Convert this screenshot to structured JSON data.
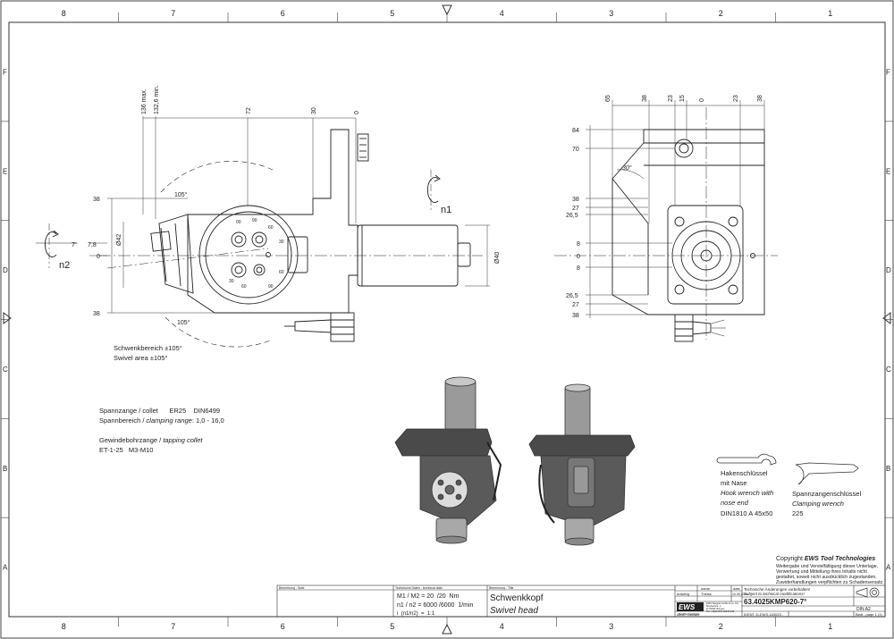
{
  "grid": {
    "cols": [
      "8",
      "7",
      "6",
      "5",
      "4",
      "3",
      "2",
      "1"
    ],
    "rows": [
      "F",
      "E",
      "D",
      "C",
      "B",
      "A"
    ]
  },
  "dims_left": {
    "d136": "136 max.",
    "d132": "132,6 min.",
    "d72": "72",
    "d30": "30",
    "d0": "0",
    "v38t": "38",
    "v7_8": "7,8",
    "v0": "0",
    "v38b": "38",
    "d42": "Ø42",
    "d40": "Ø40",
    "a7": "7°",
    "a105t": "105°",
    "a105b": "105°",
    "n1": "n1",
    "n2": "n2",
    "dial": [
      "00",
      "90",
      "60",
      "30",
      "60",
      "90",
      "30",
      "60"
    ]
  },
  "dims_right": {
    "h65": "65",
    "h38l": "38",
    "h23l": "23",
    "h15": "15",
    "h0": "0",
    "h23r": "23",
    "h38r": "38",
    "v84": "84",
    "v70": "70",
    "v38": "38",
    "v27": "27",
    "v26_5": "26,5",
    "v8t": "8",
    "v0": "0",
    "v8b": "8",
    "v26_5b": "26,5",
    "v27b": "27",
    "v38b": "38",
    "a30": "30°"
  },
  "notes": {
    "swivel_de": "Schwenkbereich ±105°",
    "swivel_en": "Swivel area ±105°",
    "collet_line": "Spannzange / collet      ER25    DIN6499",
    "range_de": "Spannbereich / ",
    "range_en": "clamping range",
    "range_val": ": 1,0 - 16,0",
    "tap_de": "Gewindebohrzange / ",
    "tap_en": "tapping collet",
    "tap_val": "ET-1-25   M3-M10"
  },
  "wrenches": {
    "hook_l1": "Hakenschlüssel",
    "hook_l2": "mit Nase",
    "hook_l3": "Hook wrench with",
    "hook_l4": "nose end",
    "hook_l5": "DIN1810  A  45x50",
    "clamp_l1": "Spannzangenschlüssel",
    "clamp_l2": "Clamping wrench",
    "clamp_l3": "225"
  },
  "copyright": {
    "title_prefix": "Copyright ",
    "title_brand": "EWS Tool Technologies",
    "lines": [
      "Weitergabe und Vervielfältigung dieser Unterlage,",
      "Verwertung und Mitteilung ihres Inhalts nicht",
      "gestattet, soweit nicht ausdrücklich zugestanden.",
      "Zuwiderhandlungen verpflichten zu Schadensersatz."
    ]
  },
  "titleblock": {
    "remark_label": "Bemerkung - Note",
    "techdata_label": "Technische Daten - technical data",
    "m_line": "M1 / M2 = 20  /20  Nm",
    "n_line": "n1 / n2 = 6000 /6000  1/min",
    "i_line": "i  (n1/n2)  =  1:1",
    "title_label": "Benennung - Title",
    "title_de": "Schwenkkopf",
    "title_en": "Swivel head",
    "col_name": "name",
    "col_date": "date",
    "row_label": "drawing",
    "drawer": "Theiss",
    "date": "10.09.2014",
    "tech_de": "Technische Änderungen vorbehalten!",
    "tech_en": "Subject to technical modifications!",
    "part_no": "63.4025KMP620-7°",
    "din": "DIN A2",
    "mmr": "MMR: 146331",
    "ident": "IDENT.:D-EWS-163023 -",
    "sheet": "Blatt - page  1 (1)",
    "logo": "EWS",
    "logo_sub": "Tool Technologies",
    "addr": [
      "EWS Weigele GmbH & Co. KG",
      "Maybachstr. 1",
      "D-73095 Uhingen",
      "Tel. +49(0)7161 93040-100"
    ]
  }
}
